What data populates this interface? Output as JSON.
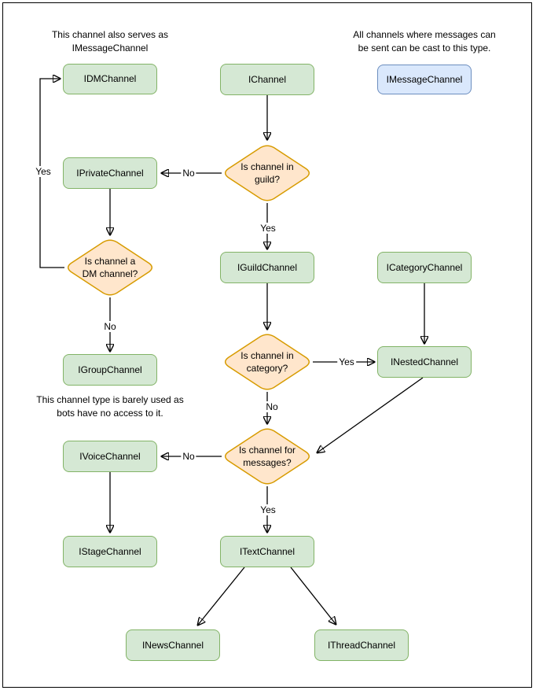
{
  "diagram": {
    "annotations": {
      "dm_note": "This channel also serves as\nIMessageChannel",
      "message_note": "All channels where messages can\nbe sent can be cast to this type.",
      "group_note": "This channel type is barely used as\nbots have no access to it."
    },
    "nodes": {
      "idm": "IDMChannel",
      "ichannel": "IChannel",
      "imessage": "IMessageChannel",
      "iprivate": "IPrivateChannel",
      "iguild": "IGuildChannel",
      "icategory": "ICategoryChannel",
      "igroup": "IGroupChannel",
      "inested": "INestedChannel",
      "ivoice": "IVoiceChannel",
      "istage": "IStageChannel",
      "itext": "ITextChannel",
      "inews": "INewsChannel",
      "ithread": "IThreadChannel"
    },
    "decisions": {
      "in_guild": "Is channel in\nguild?",
      "is_dm": "Is channel a\nDM channel?",
      "in_category": "Is channel in\ncategory?",
      "for_messages": "Is channel for\nmessages?"
    },
    "edge_labels": {
      "guild_no": "No",
      "guild_yes": "Yes",
      "dm_yes": "Yes",
      "dm_no": "No",
      "category_yes": "Yes",
      "category_no": "No",
      "messages_no": "No",
      "messages_yes": "Yes"
    },
    "colors": {
      "node_fill": "#d5e8d4",
      "node_stroke": "#82b366",
      "highlight_fill": "#dae8fc",
      "highlight_stroke": "#6c8ebf",
      "decision_fill": "#ffe6cc",
      "decision_stroke": "#d79b00",
      "line_color": "#000000"
    }
  }
}
